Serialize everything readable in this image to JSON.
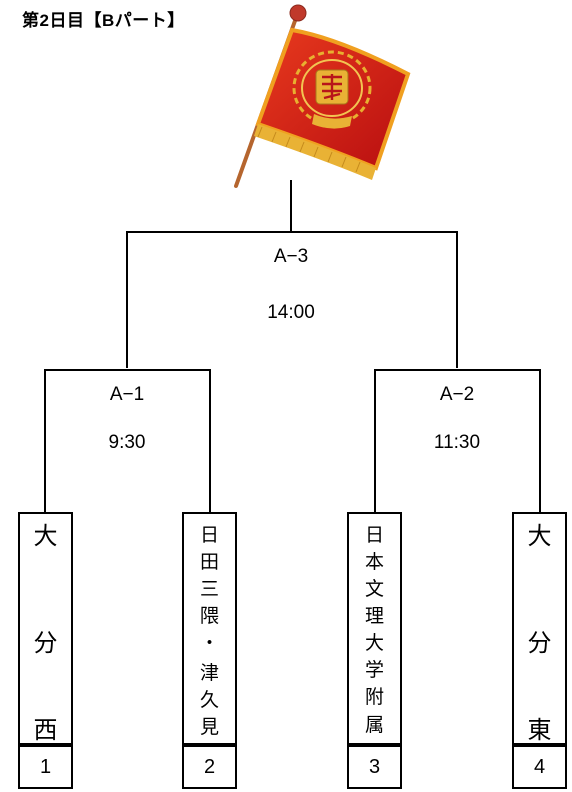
{
  "header": {
    "title": "第2日目【Bパート】"
  },
  "final": {
    "match": "A−3",
    "time": "14:00"
  },
  "semis": [
    {
      "match": "A−1",
      "time": "9:30"
    },
    {
      "match": "A−2",
      "time": "11:30"
    }
  ],
  "teams": [
    {
      "name_chars": [
        "大",
        "分",
        "西"
      ],
      "seed": "1"
    },
    {
      "name_chars": [
        "日",
        "田",
        "三",
        "隈",
        "・",
        "津",
        "久",
        "見"
      ],
      "seed": "2"
    },
    {
      "name_chars": [
        "日",
        "本",
        "文",
        "理",
        "大",
        "学",
        "附",
        "属"
      ],
      "seed": "3"
    },
    {
      "name_chars": [
        "大",
        "分",
        "東"
      ],
      "seed": "4"
    }
  ],
  "colors": {
    "flag_red": "#d41818",
    "flag_gold": "#e8b030",
    "pole": "#b5652e"
  },
  "icons": {
    "trophy_flag": "victory-flag-icon"
  }
}
